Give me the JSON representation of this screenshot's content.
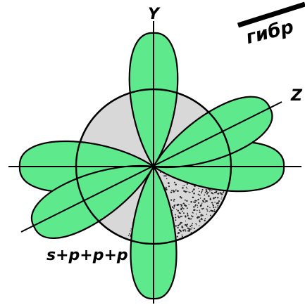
{
  "axes": {
    "y_label": "Y",
    "z_label": "Z"
  },
  "hybrid_label": "гибр",
  "orbital_label": "s+p+p+p",
  "colors": {
    "lobe_fill": "#5eea8c",
    "sphere_fill": "#d8d8d8",
    "stroke": "#000000",
    "stipple": "#222222"
  }
}
